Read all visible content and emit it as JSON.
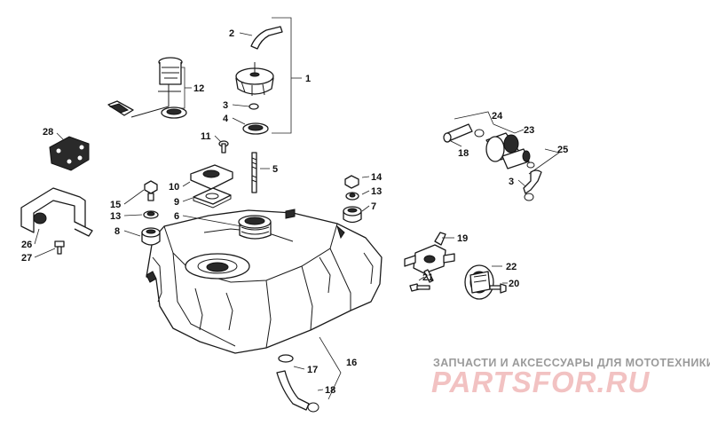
{
  "callouts": {
    "c1": "1",
    "c2": "2",
    "c3a": "3",
    "c3b": "3",
    "c4": "4",
    "c5": "5",
    "c6": "6",
    "c7": "7",
    "c8": "8",
    "c9": "9",
    "c10": "10",
    "c11": "11",
    "c12": "12",
    "c13a": "13",
    "c13b": "13",
    "c14": "14",
    "c15": "15",
    "c16": "16",
    "c17": "17",
    "c18a": "18",
    "c18b": "18",
    "c19": "19",
    "c20": "20",
    "c21": "21",
    "c22": "22",
    "c23": "23",
    "c24": "24",
    "c25": "25",
    "c26": "26",
    "c27": "27",
    "c28": "28"
  },
  "watermark": {
    "tagline": "ЗАПЧАСТИ И АКСЕССУАРЫ ДЛЯ МОТОТЕХНИКИ",
    "logo": "PARTSFOR.RU"
  },
  "colors": {
    "line": "#1a1a1a",
    "watermark_text": "#9a9a9a",
    "watermark_logo": "#f2c2c2"
  }
}
